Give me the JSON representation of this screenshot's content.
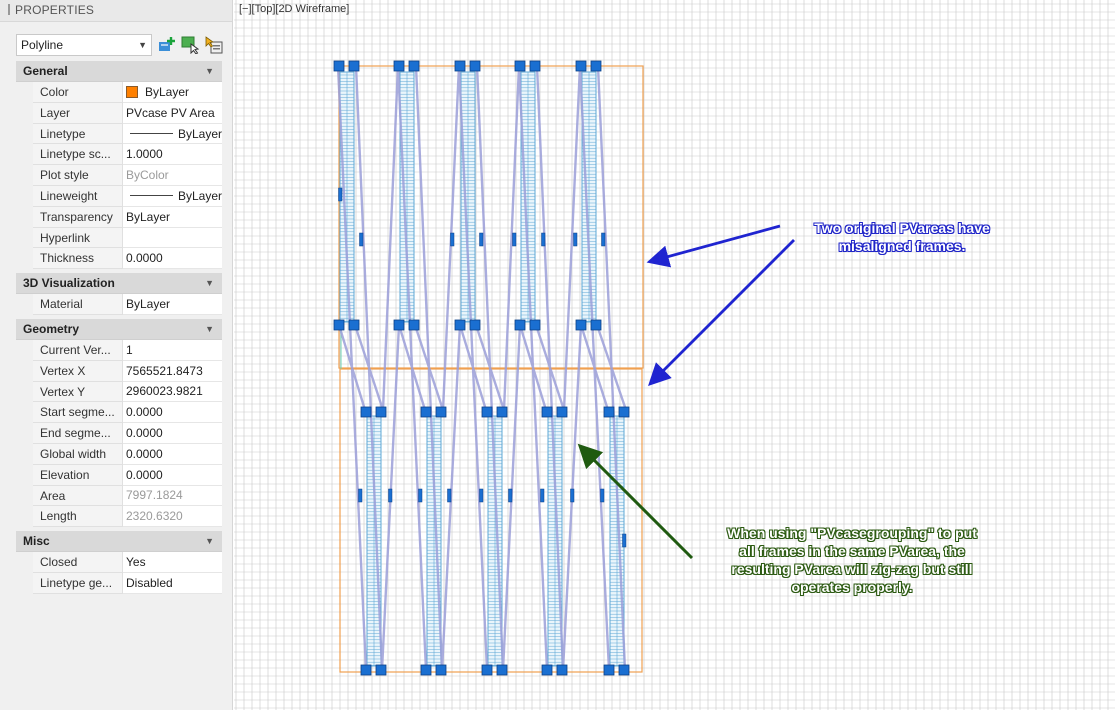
{
  "palette": {
    "title": "PROPERTIES",
    "object_type": "Polyline",
    "toolbar_icons": [
      "quick-select-icon",
      "select-objects-icon",
      "toggle-pickadd-icon"
    ],
    "sections": {
      "general": {
        "label": "General",
        "rows": [
          {
            "name": "Color",
            "value": "ByLayer"
          },
          {
            "name": "Layer",
            "value": "PVcase PV Area"
          },
          {
            "name": "Linetype",
            "value": "ByLayer"
          },
          {
            "name": "Linetype sc...",
            "value": "1.0000"
          },
          {
            "name": "Plot style",
            "value": "ByColor"
          },
          {
            "name": "Lineweight",
            "value": "ByLayer"
          },
          {
            "name": "Transparency",
            "value": "ByLayer"
          },
          {
            "name": "Hyperlink",
            "value": ""
          },
          {
            "name": "Thickness",
            "value": "0.0000"
          }
        ]
      },
      "visualization": {
        "label": "3D Visualization",
        "rows": [
          {
            "name": "Material",
            "value": "ByLayer"
          }
        ]
      },
      "geometry": {
        "label": "Geometry",
        "rows": [
          {
            "name": "Current Ver...",
            "value": "1"
          },
          {
            "name": "Vertex X",
            "value": "7565521.8473"
          },
          {
            "name": "Vertex Y",
            "value": "2960023.9821"
          },
          {
            "name": "Start segme...",
            "value": "0.0000"
          },
          {
            "name": "End segme...",
            "value": "0.0000"
          },
          {
            "name": "Global width",
            "value": "0.0000"
          },
          {
            "name": "Elevation",
            "value": "0.0000"
          },
          {
            "name": "Area",
            "value": "7997.1824"
          },
          {
            "name": "Length",
            "value": "2320.6320"
          }
        ]
      },
      "misc": {
        "label": "Misc",
        "rows": [
          {
            "name": "Closed",
            "value": "Yes"
          },
          {
            "name": "Linetype ge...",
            "value": "Disabled"
          }
        ]
      }
    },
    "colors": {
      "bylayer_swatch": "#ff8000"
    }
  },
  "viewport": {
    "label": "[−][Top][2D Wireframe]",
    "colors": {
      "grid": "#c9c9c9",
      "frame": "#f0a050",
      "table": "#5fa8d6",
      "block": "#1a6fd1",
      "zigzag": "#9b9fd8",
      "blue_arrow": "#1f24d0",
      "green_arrow": "#1f5a10"
    }
  },
  "annotations": {
    "blue_note": [
      "Two original PVareas have",
      "misaligned frames."
    ],
    "green_note": [
      "When using \"PVcasegrouping\" to put",
      "all frames in the same PVarea, the",
      "resulting PVarea will zig-zag but still",
      "operates properly."
    ]
  }
}
